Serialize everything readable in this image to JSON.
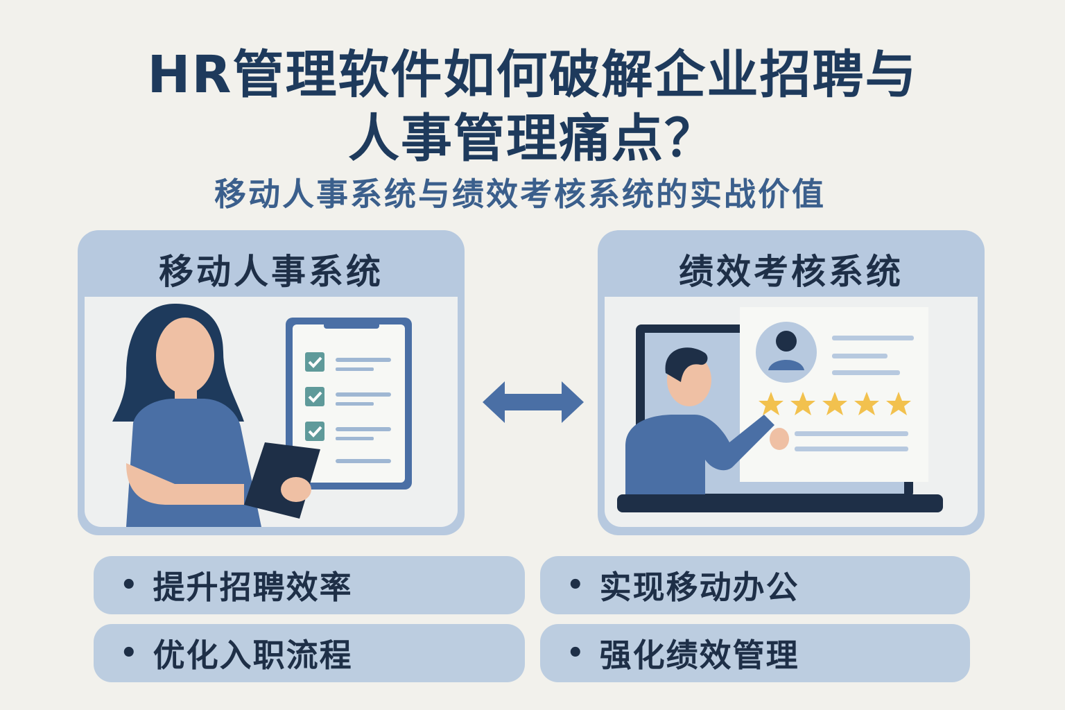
{
  "title_line1": "HR管理软件如何破解企业招聘与",
  "title_line2": "人事管理痛点？",
  "subtitle": "移动人事系统与绩效考核系统的实战价值",
  "left_card": {
    "title": "移动人事系统"
  },
  "right_card": {
    "title": "绩效考核系统"
  },
  "benefits_left": [
    "提升招聘效率",
    "优化入职流程"
  ],
  "benefits_right": [
    "实现移动办公",
    "强化绩效管理"
  ],
  "bullet": "•",
  "colors": {
    "title": "#1e3a5c",
    "accent": "#4a6fa5",
    "card": "#b7c9df",
    "star": "#f2c14e"
  }
}
